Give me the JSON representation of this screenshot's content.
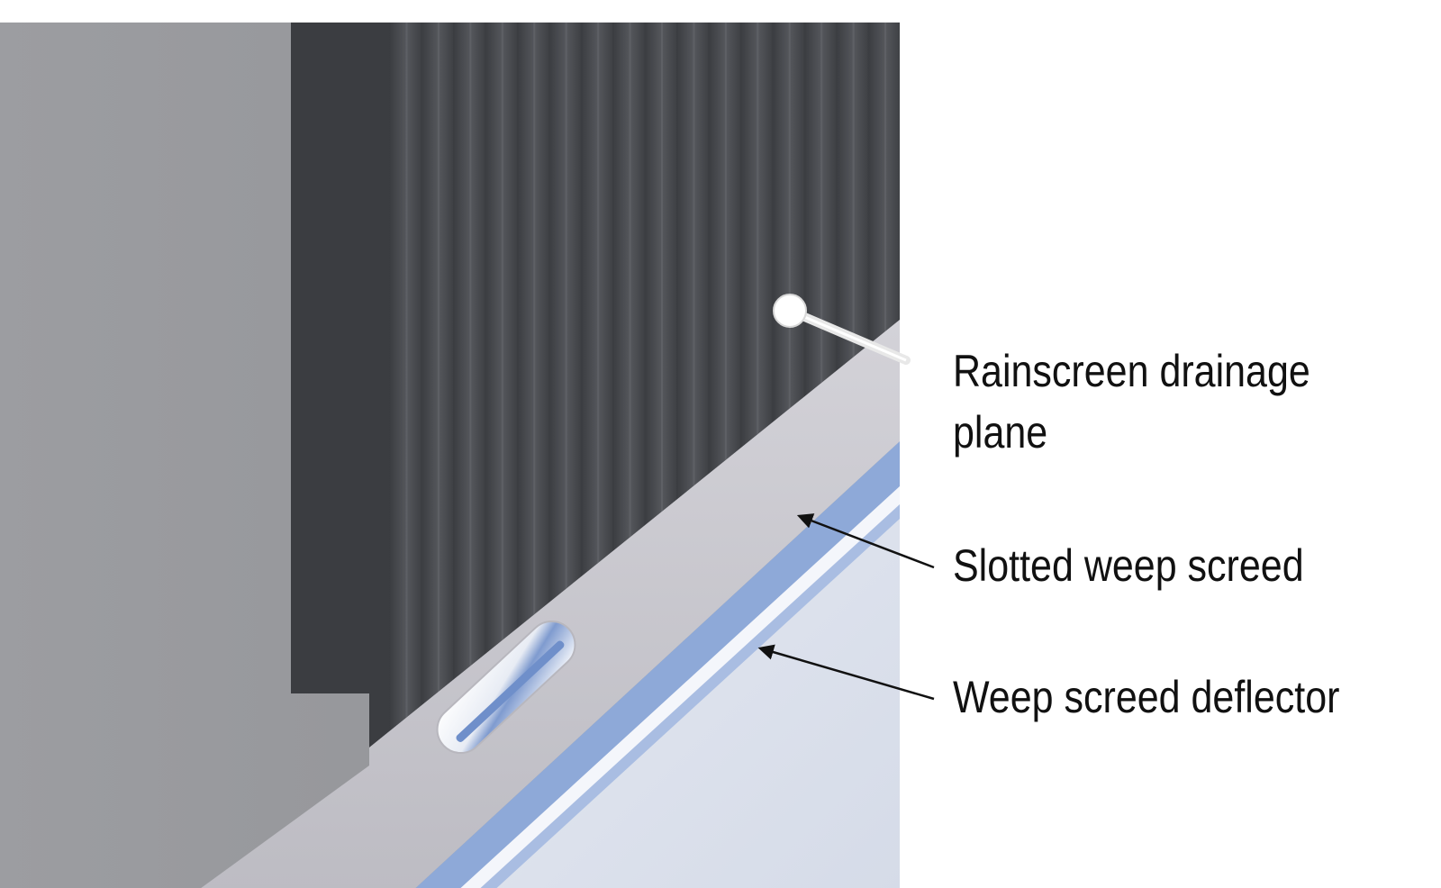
{
  "callouts": {
    "drainage_plane": {
      "line1": "Rainscreen drainage",
      "line2": "plane"
    },
    "weep_screed": {
      "label": "Slotted weep screed"
    },
    "deflector": {
      "label": "Weep screed deflector"
    }
  },
  "colors": {
    "background": "#ffffff",
    "stucco_wall": "#9a9b9f",
    "drainage_mat": "#4a4c50",
    "screed_metal": "#c9c8ce",
    "deflector_blue": "#8aa6d6",
    "ground": "#dfe4ee",
    "leader_line": "#111111"
  }
}
